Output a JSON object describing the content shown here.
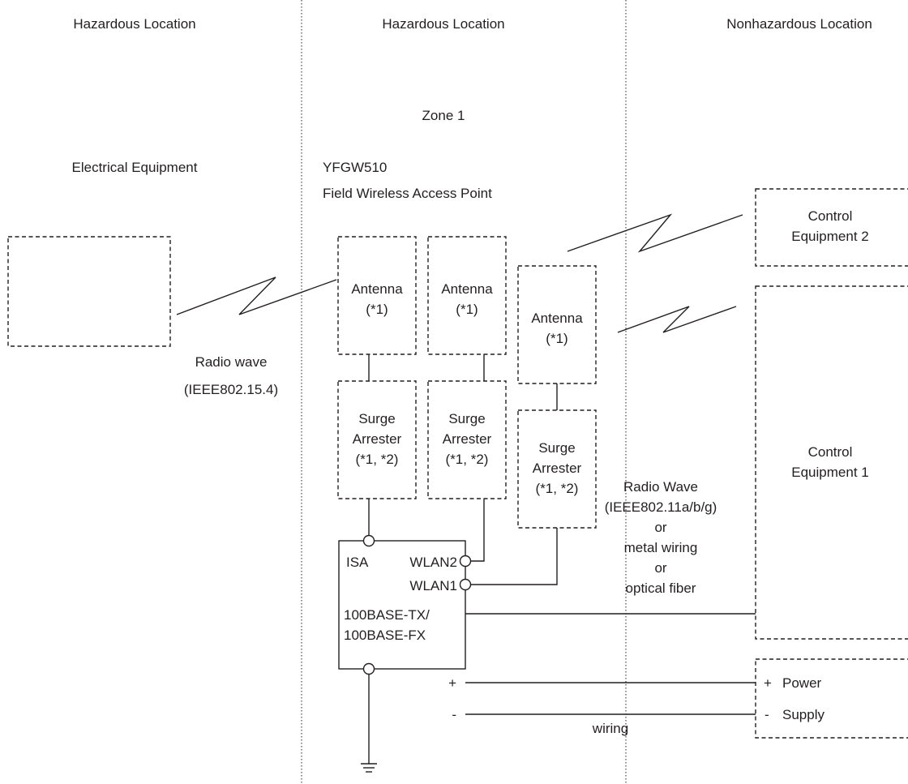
{
  "regions": {
    "left": "Hazardous Location",
    "middle": "Hazardous Location",
    "right": "Nonhazardous Location"
  },
  "zone": "Zone 1",
  "electrical_equipment": "Electrical Equipment",
  "device": {
    "model": "YFGW510",
    "name": "Field Wireless Access Point",
    "ports": {
      "isa": "ISA",
      "wlan2": "WLAN2",
      "wlan1": "WLAN1",
      "ethernet_line1": "100BASE-TX/",
      "ethernet_line2": "100BASE-FX",
      "plus": "+",
      "minus": "-"
    }
  },
  "antenna": {
    "label": "Antenna",
    "note": "(*1)"
  },
  "surge": {
    "line1": "Surge",
    "line2": "Arrester",
    "note": "(*1, *2)"
  },
  "radio_wave_15_4": {
    "line1": "Radio wave",
    "line2": "(IEEE802.15.4)"
  },
  "radio_wave_11": {
    "line1": "Radio Wave",
    "line2": "(IEEE802.11a/b/g)",
    "line3": "or",
    "line4": "metal wiring",
    "line5": "or",
    "line6": "optical fiber"
  },
  "control_equipment_2": {
    "line1": "Control",
    "line2": "Equipment 2"
  },
  "control_equipment_1": {
    "line1": "Control",
    "line2": "Equipment 1"
  },
  "power_supply": {
    "plus": "+",
    "power": "Power",
    "minus": "-",
    "supply": "Supply"
  },
  "wiring": "wiring"
}
